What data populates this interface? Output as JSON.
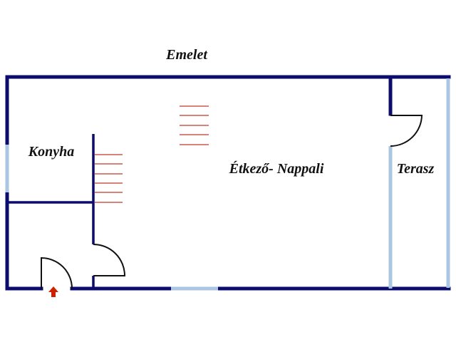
{
  "title": "Emelet",
  "rooms": {
    "kitchen": "Konyha",
    "living": "Étkező- Nappali",
    "terrace": "Terasz"
  },
  "colors": {
    "wall": "#0c0c6e",
    "window": "#a9c6e2",
    "stairs": "#c0392b",
    "door": "#111111",
    "entrance_arrow": "#cc2200"
  }
}
